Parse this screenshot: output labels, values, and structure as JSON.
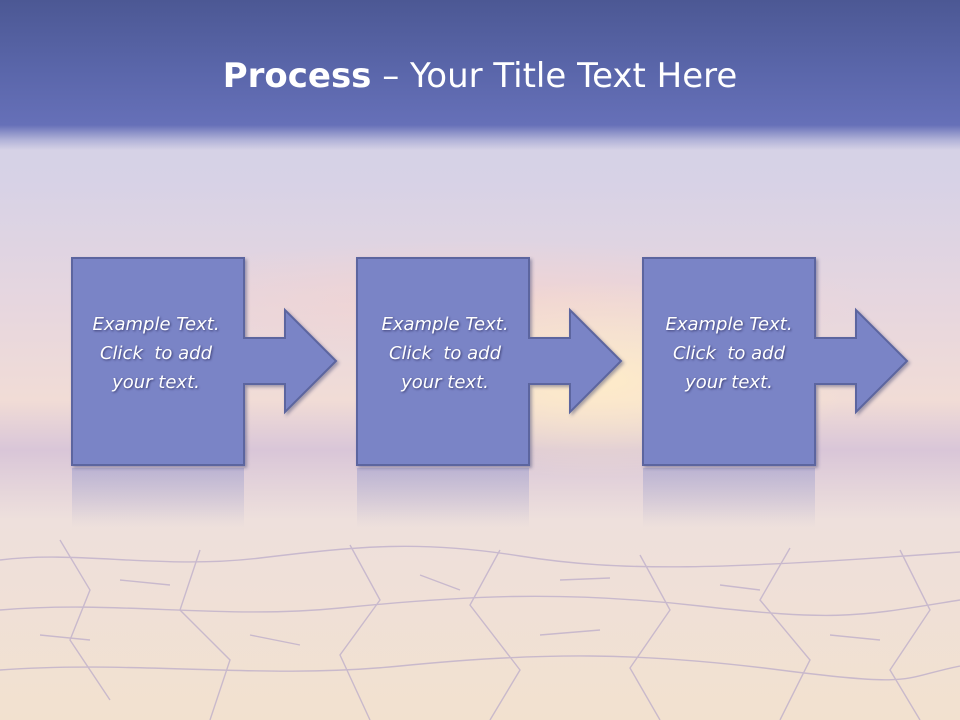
{
  "title": {
    "bold": "Process",
    "rest": " – Your Title Text Here"
  },
  "colors": {
    "box_fill": "#7a84c6",
    "box_stroke": "#5b659f",
    "title_band": "#5a66aa"
  },
  "steps": [
    {
      "line1": "Example Text.",
      "line2": "Click  to add",
      "line3": "your text."
    },
    {
      "line1": "Example Text.",
      "line2": "Click  to add",
      "line3": "your text."
    },
    {
      "line1": "Example Text.",
      "line2": "Click  to add",
      "line3": "your text."
    }
  ],
  "arrow_icon": "arrow-right-icon"
}
